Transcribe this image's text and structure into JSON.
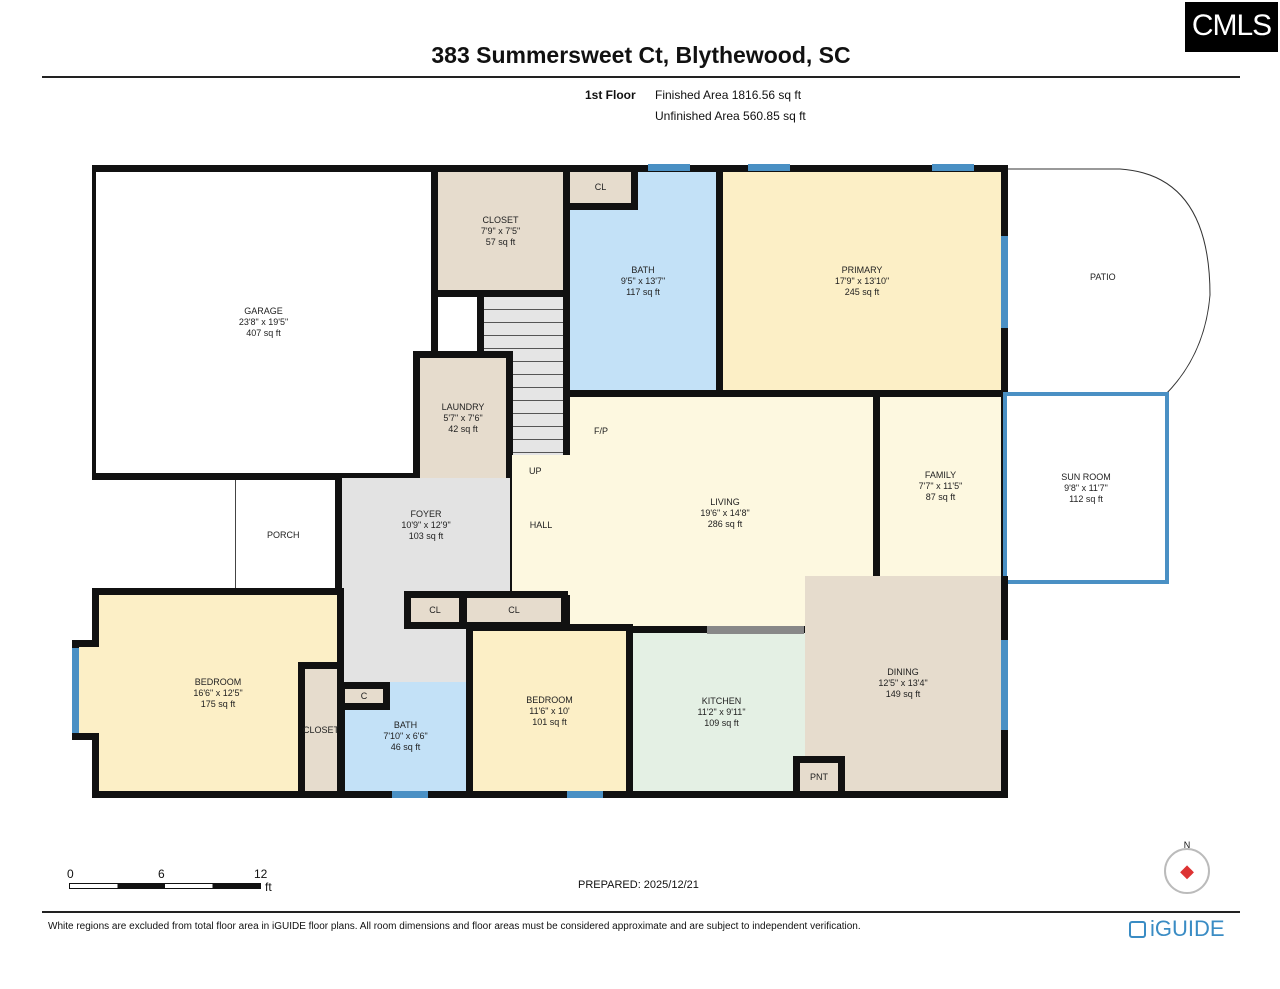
{
  "header": {
    "title": "383 Summersweet Ct, Blythewood, SC",
    "logo": "CMLS",
    "floor": "1st Floor",
    "finished": "Finished Area 1816.56 sq ft",
    "unfinished": "Unfinished Area 560.85 sq ft"
  },
  "rooms": {
    "garage": {
      "name": "GARAGE",
      "dim": "23'8\" x 19'5\"",
      "area": "407 sq ft"
    },
    "closet1": {
      "name": "CLOSET",
      "dim": "7'9\" x 7'5\"",
      "area": "57 sq ft"
    },
    "cl_top": {
      "name": "CL"
    },
    "bath1": {
      "name": "BATH",
      "dim": "9'5\" x 13'7\"",
      "area": "117 sq ft"
    },
    "primary": {
      "name": "PRIMARY",
      "dim": "17'9\" x 13'10\"",
      "area": "245 sq ft"
    },
    "patio": {
      "name": "PATIO"
    },
    "laundry": {
      "name": "LAUNDRY",
      "dim": "5'7\" x 7'6\"",
      "area": "42 sq ft"
    },
    "fp": {
      "name": "F/P"
    },
    "up": {
      "name": "UP"
    },
    "living": {
      "name": "LIVING",
      "dim": "19'6\" x 14'8\"",
      "area": "286 sq ft"
    },
    "family": {
      "name": "FAMILY",
      "dim": "7'7\" x 11'5\"",
      "area": "87 sq ft"
    },
    "sunroom": {
      "name": "SUN ROOM",
      "dim": "9'8\" x 11'7\"",
      "area": "112 sq ft"
    },
    "porch": {
      "name": "PORCH"
    },
    "foyer": {
      "name": "FOYER",
      "dim": "10'9\" x 12'9\"",
      "area": "103 sq ft"
    },
    "hall": {
      "name": "HALL"
    },
    "cl_a": {
      "name": "CL"
    },
    "cl_b": {
      "name": "CL"
    },
    "bedroom1": {
      "name": "BEDROOM",
      "dim": "16'6\" x 12'5\"",
      "area": "175 sq ft"
    },
    "closet2": {
      "name": "CLOSET"
    },
    "c": {
      "name": "C"
    },
    "bath2": {
      "name": "BATH",
      "dim": "7'10\" x 6'6\"",
      "area": "46 sq ft"
    },
    "bedroom2": {
      "name": "BEDROOM",
      "dim": "11'6\" x 10'",
      "area": "101 sq ft"
    },
    "kitchen": {
      "name": "KITCHEN",
      "dim": "11'2\" x 9'11\"",
      "area": "109 sq ft"
    },
    "dining": {
      "name": "DINING",
      "dim": "12'5\" x 13'4\"",
      "area": "149 sq ft"
    },
    "pnt": {
      "name": "PNT"
    }
  },
  "scale": {
    "ticks": [
      "0",
      "6",
      "12"
    ],
    "unit": "ft"
  },
  "prepared": "PREPARED: 2025/12/21",
  "compass": "N",
  "footer": {
    "disclaimer": "White regions are excluded from total floor area in iGUIDE floor plans. All room dimensions and floor areas must be considered approximate and are subject to independent verification.",
    "brand": "iGUIDE"
  },
  "colors": {
    "wall": "#111111",
    "window": "#4a90c4",
    "bath": "#c3e1f7",
    "bedroom": "#fcefc6",
    "closet": "#e6dccd",
    "kitchen": "#e4f0e4"
  }
}
